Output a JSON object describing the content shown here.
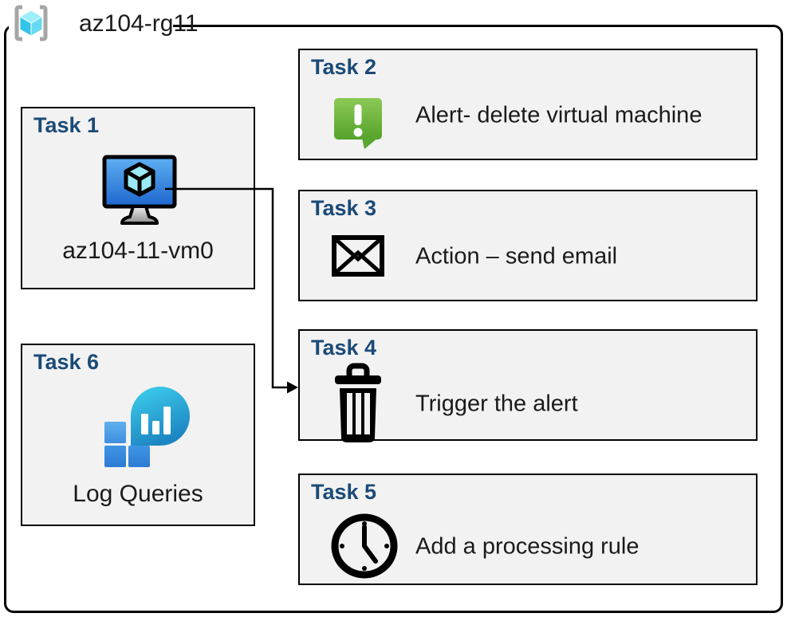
{
  "diagram": {
    "resource_group": {
      "name": "az104-rg11"
    },
    "tasks": [
      {
        "title": "Task 1",
        "label": "az104-11-vm0",
        "icon": "virtual-machine-icon"
      },
      {
        "title": "Task 2",
        "label": "Alert- delete virtual machine",
        "icon": "alert-message-icon"
      },
      {
        "title": "Task 3",
        "label": "Action – send email",
        "icon": "email-envelope-icon"
      },
      {
        "title": "Task 4",
        "label": "Trigger the alert",
        "icon": "trash-delete-icon"
      },
      {
        "title": "Task 5",
        "label": "Add a processing rule",
        "icon": "clock-icon"
      },
      {
        "title": "Task 6",
        "label": "Log Queries",
        "icon": "log-queries-icon"
      }
    ],
    "connector": {
      "from": "Task 1",
      "to": "Task 4",
      "style": "elbow-arrow"
    },
    "colors": {
      "heading_blue": "#1b4a77",
      "box_fill": "#f2f2f2",
      "outline_black": "#000000",
      "alert_green": "#67b33a",
      "vm_screen_blue": "#2e7fe0",
      "log_teal": "#2bb8dc",
      "log_square_blue": "#3487db",
      "rg_cube_cyan": "#50d2ee",
      "rg_bracket_gray": "#a6a6a6"
    }
  }
}
